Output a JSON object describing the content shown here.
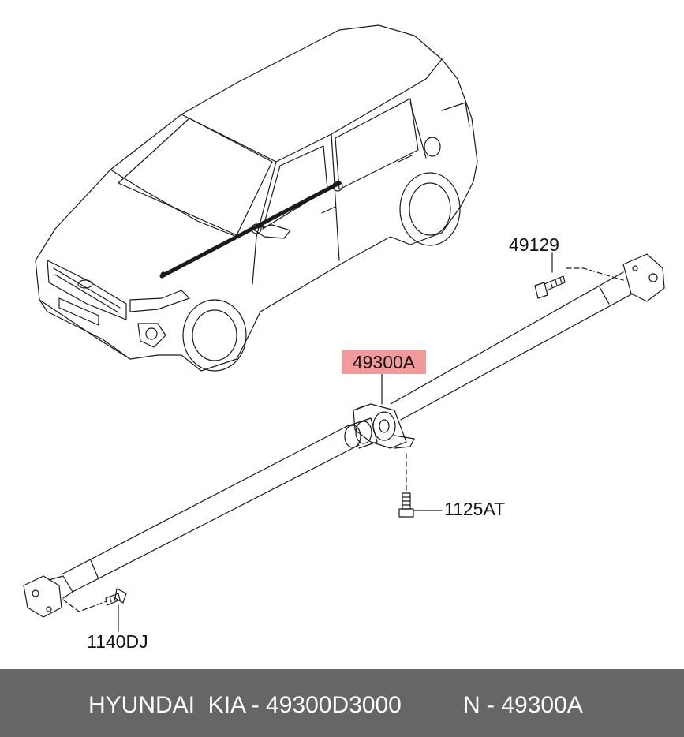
{
  "callouts": {
    "bolt_top": "49129",
    "shaft_assembly": "49300A",
    "bracket_bolt": "1125AT",
    "bolt_bottom": "1140DJ"
  },
  "footer": {
    "part_text": "HYUNDAI  KIA - 49300D3000",
    "ref_text": "N - 49300A"
  },
  "colors": {
    "highlight": "#f29a9a",
    "footer_background": "#666666",
    "line": "#1a1a1a"
  }
}
